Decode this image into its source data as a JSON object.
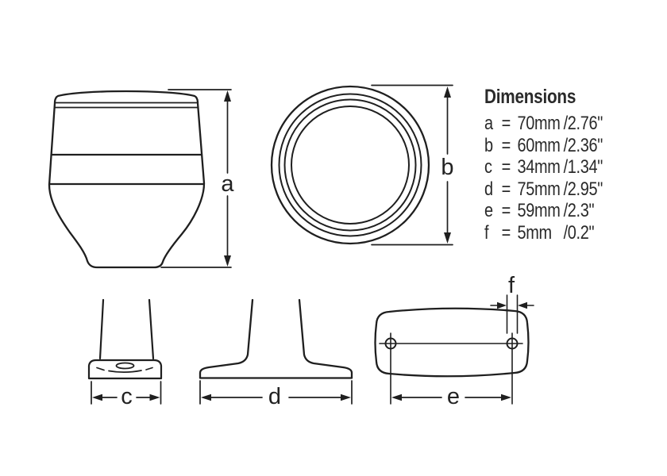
{
  "legend": {
    "title": "Dimensions",
    "rows": [
      {
        "key": "a",
        "eq": "=",
        "mm": "70mm",
        "inch": "/2.76\""
      },
      {
        "key": "b",
        "eq": "=",
        "mm": "60mm",
        "inch": "/2.36\""
      },
      {
        "key": "c",
        "eq": "=",
        "mm": "34mm",
        "inch": "/1.34\""
      },
      {
        "key": "d",
        "eq": "=",
        "mm": "75mm",
        "inch": "/2.95\""
      },
      {
        "key": "e",
        "eq": "=",
        "mm": "59mm",
        "inch": "/2.3\""
      },
      {
        "key": "f",
        "eq": "=",
        "mm": "5mm",
        "inch": "/0.2\""
      }
    ]
  },
  "dim_labels": {
    "a": "a",
    "b": "b",
    "c": "c",
    "d": "d",
    "e": "e",
    "f": "f"
  },
  "colors": {
    "line": "#1f1f1f",
    "text": "#2a2a2a",
    "background": "#ffffff"
  }
}
